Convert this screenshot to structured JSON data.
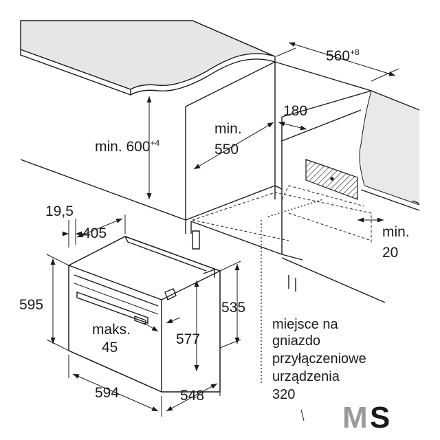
{
  "dimensions": {
    "counter_depth": "560",
    "counter_depth_tol": "+8",
    "cabinet_height": "min. 600",
    "cabinet_height_tol": "+4",
    "depth_min_line1": "min.",
    "depth_min_line2": "550",
    "gap_top": "180",
    "side_min_line1": "min.",
    "side_min_line2": "20",
    "front_offset": "19,5",
    "door_depth": "405",
    "oven_height": "595",
    "oven_width": "594",
    "oven_depth": "548",
    "inner_height": "577",
    "body_height": "535",
    "handle_max_line1": "maks.",
    "handle_max_line2": "45"
  },
  "note": {
    "line1": "miejsce na",
    "line2": "gniazdo",
    "line3": "przyłączeniowe",
    "line4": "urządzenia",
    "line5": "320"
  },
  "logo": {
    "letter1": "M",
    "letter2": "S",
    "letter1_color": "#9a9a9a",
    "letter2_color": "#1a1a1a"
  }
}
